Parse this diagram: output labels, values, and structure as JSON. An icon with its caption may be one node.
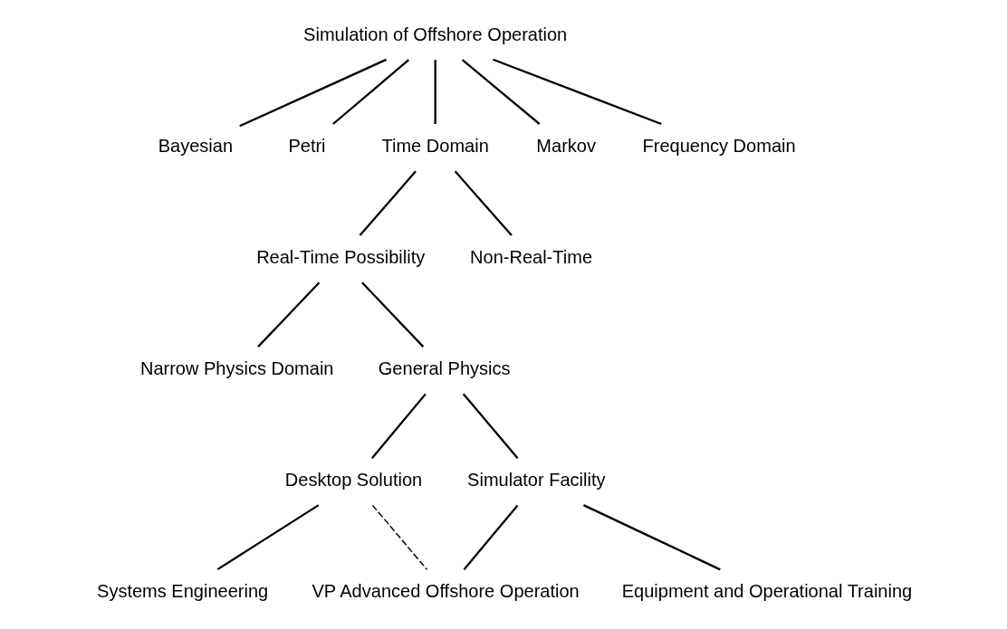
{
  "diagram": {
    "nodes": [
      {
        "text": [
          "Simulation of Offshore Operation"
        ]
      },
      {
        "text": [
          "Bayesian"
        ]
      },
      {
        "text": [
          "Petri"
        ]
      },
      {
        "text": [
          "Time Domain"
        ]
      },
      {
        "text": [
          "Markov"
        ]
      },
      {
        "text": [
          "Frequency Domain"
        ]
      },
      {
        "text": [
          "Real-Time Possibility"
        ]
      },
      {
        "text": [
          "Non-Real-Time"
        ]
      },
      {
        "text": [
          "Narrow Physics Domain"
        ]
      },
      {
        "text": [
          "General Physics"
        ]
      },
      {
        "text": [
          "Desktop Solution"
        ]
      },
      {
        "text": [
          "Simulator Facility"
        ]
      },
      {
        "text": [
          "Systems Engineering"
        ]
      },
      {
        "text": [
          "VP Advanced Offshore Operation"
        ]
      },
      {
        "text": [
          "Equipment and Operational Training"
        ]
      }
    ],
    "edges": [
      {
        "from": 0,
        "to": 1,
        "arrow": "none"
      },
      {
        "from": 0,
        "to": 2,
        "arrow": "none"
      },
      {
        "from": 0,
        "to": 3,
        "arrow": "none"
      },
      {
        "from": 0,
        "to": 4,
        "arrow": "none"
      },
      {
        "from": 0,
        "to": 5,
        "arrow": "none"
      },
      {
        "from": 3,
        "to": 6,
        "arrow": "none"
      },
      {
        "from": 3,
        "to": 7,
        "arrow": "none"
      },
      {
        "from": 6,
        "to": 8,
        "arrow": "none"
      },
      {
        "from": 6,
        "to": 9,
        "arrow": "none"
      },
      {
        "from": 9,
        "to": 10,
        "arrow": "none"
      },
      {
        "from": 9,
        "to": 11,
        "arrow": "none"
      },
      {
        "from": 10,
        "to": 12,
        "arrow": "none"
      },
      {
        "from": 10,
        "to": 13,
        "arrow": "none",
        "style": "dashed"
      },
      {
        "from": 11,
        "to": 13,
        "arrow": "none"
      },
      {
        "from": 11,
        "to": 14,
        "arrow": "none"
      }
    ]
  }
}
